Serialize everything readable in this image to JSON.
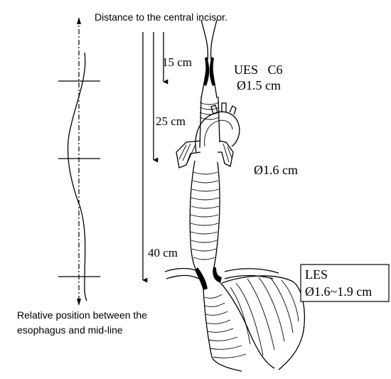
{
  "header": {
    "title": "Distance to the central incisor."
  },
  "distances": {
    "d15": "15 cm",
    "d25": "25 cm",
    "d40": "40 cm"
  },
  "ues": {
    "label": "UES   C6",
    "diameter": "Ø1.5 cm"
  },
  "mid": {
    "diameter": "Ø1.6 cm"
  },
  "les": {
    "label": "LES",
    "diameter": "Ø1.6~1.9 cm"
  },
  "caption": {
    "line1": "Relative position between the",
    "line2": "esophagus and mid-line"
  }
}
